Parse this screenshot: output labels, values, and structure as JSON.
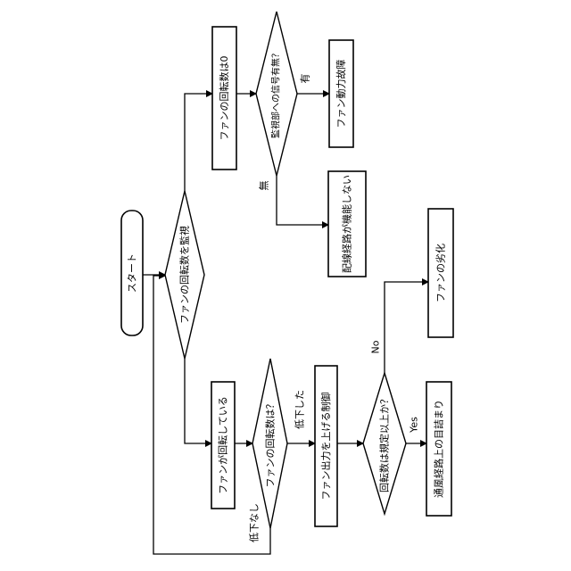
{
  "nodes": {
    "start": "スタート",
    "monitor": "ファンの回転数を監視",
    "zero_rpm": "ファンの回転数は0",
    "signal_check": "監視部への信号有無？",
    "power_fault": "ファン動力故障",
    "wiring_fault": "配線経路が機能しない",
    "rotating": "ファンが回転している",
    "rpm_check": "ファンの回転数は？",
    "raise_output": "ファン出力を上げる制御",
    "spec_check": "回転数は規定以上か？",
    "deterioration": "ファンの劣化",
    "clogging": "通風経路上の目詰まり"
  },
  "edges": {
    "yes_signal": "有",
    "no_signal": "無",
    "decreased": "低下した",
    "not_decreased": "低下なし",
    "no": "No",
    "yes": "Yes"
  }
}
